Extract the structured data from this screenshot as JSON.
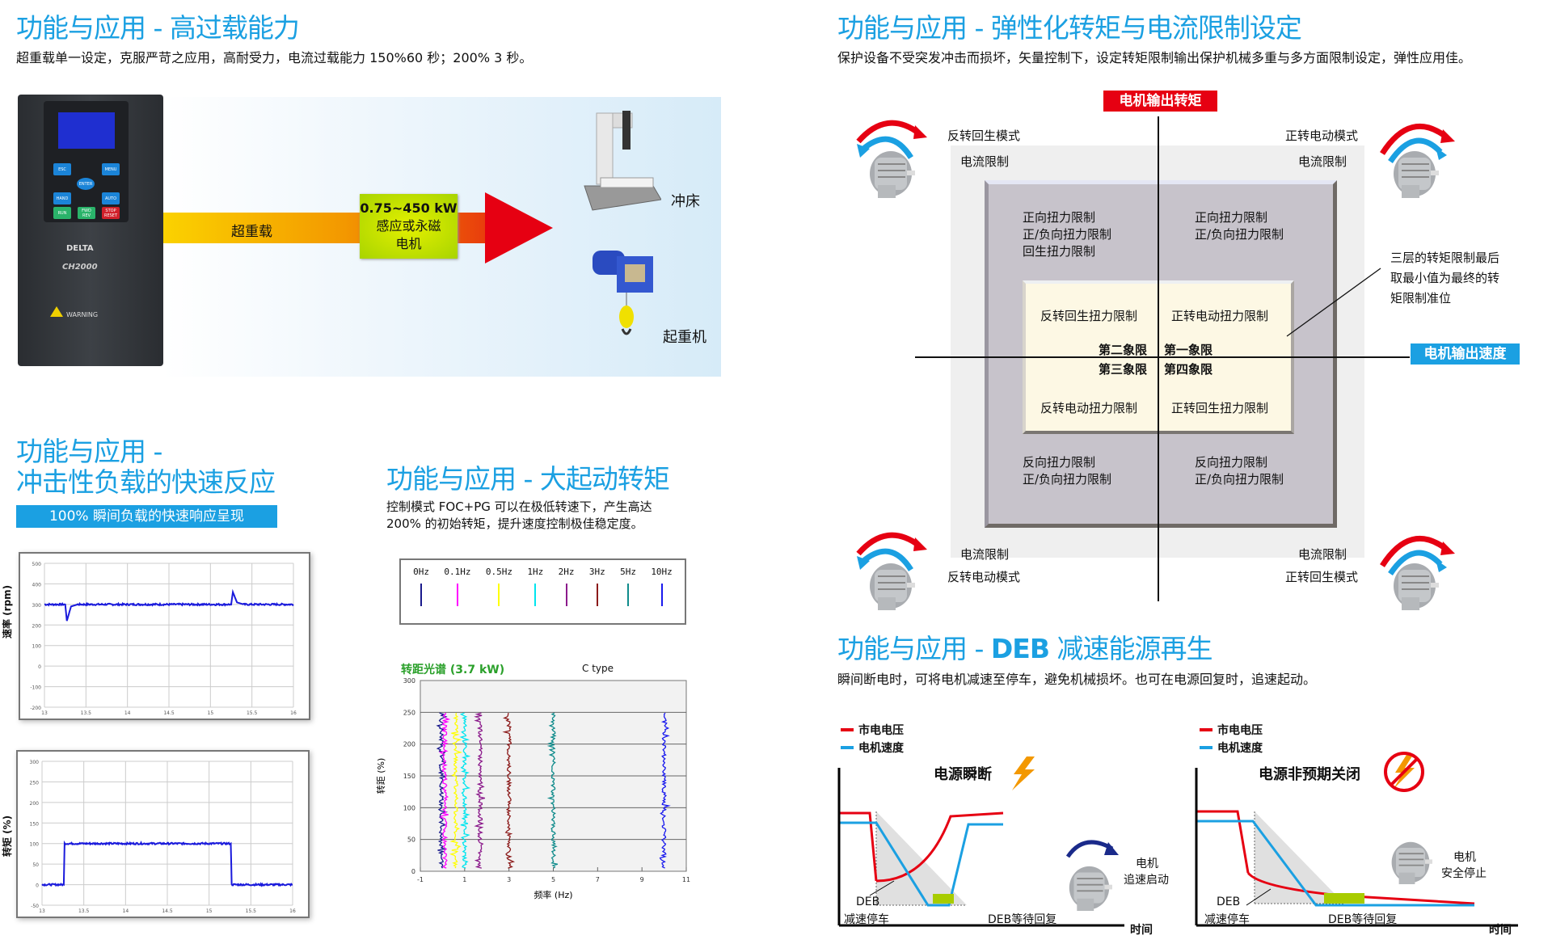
{
  "overload": {
    "title": "功能与应用 - 高过载能力",
    "desc": "超重载单一设定，克服严苛之应用，高耐受力，电流过载能力 150%60 秒；200% 3 秒。",
    "arrow_label": "超重载",
    "motor_box": {
      "line1": "0.75~450 kW",
      "line2": "感应或永磁",
      "line3": "电机"
    },
    "app1": "冲床",
    "app2": "起重机",
    "device": {
      "brand": "DELTA",
      "model": "CH2000",
      "warning": "WARNING",
      "keys": [
        "ESC",
        "MENU",
        "ENTER",
        "HAND",
        "AUTO",
        "RUN",
        "FWD REV",
        "STOP RESET"
      ]
    }
  },
  "impact": {
    "title_line1": "功能与应用 -",
    "title_line2": "冲击性负载的快速反应",
    "banner": "100% 瞬间负载的快速响应呈现",
    "speed_ylabel": "速率 (rpm)",
    "torque_ylabel": "转矩 (%)"
  },
  "startup": {
    "title": "功能与应用 - 大起动转矩",
    "desc_line1": "控制模式 FOC+PG 可以在极低转速下，产生高达",
    "desc_line2": "200% 的初始转矩，提升速度控制极佳稳定度。",
    "legend": [
      {
        "label": "0Hz",
        "color": "#1a1a8c"
      },
      {
        "label": "0.1Hz",
        "color": "#ff00ff"
      },
      {
        "label": "0.5Hz",
        "color": "#ffff00"
      },
      {
        "label": "1Hz",
        "color": "#00e5ee"
      },
      {
        "label": "2Hz",
        "color": "#8b1a8b"
      },
      {
        "label": "3Hz",
        "color": "#8b1a1a"
      },
      {
        "label": "5Hz",
        "color": "#0f8b8b"
      },
      {
        "label": "10Hz",
        "color": "#1a1aee"
      }
    ],
    "spectrum_title": "转距光谱 (3.7 kW)",
    "spectrum_type": "C type"
  },
  "chart_data": [
    {
      "type": "line",
      "title": "",
      "ylabel": "速率 (rpm)",
      "xlabel": "",
      "xlim": [
        13,
        16
      ],
      "ylim": [
        -200,
        500
      ],
      "x_ticks": [
        "13",
        "13.5",
        "14",
        "14.5",
        "15",
        "15.5",
        "16"
      ],
      "y_ticks": [
        "500",
        "400",
        "300",
        "200",
        "100",
        "0",
        "-100",
        "-200"
      ],
      "series": [
        {
          "name": "speed",
          "color": "#1a1adc",
          "points": [
            [
              13,
              300
            ],
            [
              13.25,
              300
            ],
            [
              13.27,
              220
            ],
            [
              13.32,
              290
            ],
            [
              13.4,
              300
            ],
            [
              15.25,
              300
            ],
            [
              15.27,
              360
            ],
            [
              15.32,
              310
            ],
            [
              15.4,
              300
            ],
            [
              16,
              300
            ]
          ]
        }
      ]
    },
    {
      "type": "line",
      "title": "",
      "ylabel": "转矩 (%)",
      "xlabel": "",
      "xlim": [
        13,
        16
      ],
      "ylim": [
        -50,
        300
      ],
      "x_ticks": [
        "13",
        "13.5",
        "14",
        "14.5",
        "15",
        "15.5",
        "16"
      ],
      "y_ticks": [
        "300",
        "250",
        "200",
        "150",
        "100",
        "50",
        "0",
        "-50"
      ],
      "series": [
        {
          "name": "torque",
          "color": "#1a1adc",
          "points": [
            [
              13,
              0
            ],
            [
              13.26,
              0
            ],
            [
              13.27,
              100
            ],
            [
              15.26,
              100
            ],
            [
              15.27,
              0
            ],
            [
              16,
              0
            ]
          ]
        }
      ]
    },
    {
      "type": "scatter",
      "title": "转距光谱 (3.7 kW)",
      "subtitle": "C type",
      "xlabel": "频率 (Hz)",
      "ylabel": "转距 (%)",
      "xlim": [
        -1,
        11
      ],
      "ylim": [
        0,
        300
      ],
      "x_ticks": [
        "-1",
        "1",
        "3",
        "5",
        "7",
        "9",
        "11"
      ],
      "y_ticks": [
        "300",
        "250",
        "200",
        "150",
        "100",
        "50",
        "0"
      ],
      "series": [
        {
          "name": "0Hz",
          "color": "#1a1a8c",
          "x": -0.05,
          "range": [
            5,
            250
          ]
        },
        {
          "name": "0.1Hz",
          "color": "#ff00ff",
          "x": 0.1,
          "range": [
            5,
            250
          ]
        },
        {
          "name": "0.5Hz",
          "color": "#ffff00",
          "x": 0.6,
          "range": [
            5,
            250
          ]
        },
        {
          "name": "1Hz",
          "color": "#00e5ee",
          "x": 1.0,
          "range": [
            5,
            250
          ]
        },
        {
          "name": "2Hz",
          "color": "#8b1a8b",
          "x": 1.7,
          "range": [
            5,
            250
          ]
        },
        {
          "name": "3Hz",
          "color": "#8b1a1a",
          "x": 3.0,
          "range": [
            5,
            250
          ]
        },
        {
          "name": "5Hz",
          "color": "#0f8b8b",
          "x": 5.0,
          "range": [
            5,
            250
          ]
        },
        {
          "name": "10Hz",
          "color": "#1a1aee",
          "x": 10.0,
          "range": [
            5,
            250
          ]
        }
      ]
    }
  ],
  "torque_limit": {
    "title": "功能与应用 - 弹性化转矩与电流限制设定",
    "desc": "保护设备不受突发冲击而损坏，矢量控制下，设定转矩限制输出保护机械多重与多方面限制设定，弹性应用佳。",
    "y_axis": "电机输出转矩",
    "x_axis": "电机输出速度",
    "mode_tl": "反转回生模式",
    "mode_tr": "正转电动模式",
    "mode_bl": "反转电动模式",
    "mode_br": "正转回生模式",
    "current_limit": "电流限制",
    "outer_tl": [
      "正向扭力限制",
      "正/负向扭力限制",
      "回生扭力限制"
    ],
    "outer_tr": [
      "正向扭力限制",
      "正/负向扭力限制"
    ],
    "outer_bl": [
      "反向扭力限制",
      "正/负向扭力限制"
    ],
    "outer_br": [
      "反向扭力限制",
      "正/负向扭力限制"
    ],
    "inner_tl": "反转回生扭力限制",
    "inner_tr": "正转电动扭力限制",
    "inner_bl": "反转电动扭力限制",
    "inner_br": "正转回生扭力限制",
    "q1": "第一象限",
    "q2": "第二象限",
    "q3": "第三象限",
    "q4": "第四象限",
    "note": [
      "三层的转矩限制最后",
      "取最小值为最终的转",
      "矩限制准位"
    ]
  },
  "deb": {
    "title_prefix": "功能与应用 - ",
    "title_bold": "DEB",
    "title_suffix": " 减速能源再生",
    "desc": "瞬间断电时，可将电机减速至停车，避免机械损坏。也可在电源回复时，追速起动。",
    "legend_voltage": "市电电压",
    "legend_speed": "电机速度",
    "colors": {
      "voltage": "#e60012",
      "speed": "#1ba0e2",
      "wait": "#a8cc00"
    },
    "left": {
      "title": "电源瞬断",
      "deb": "DEB",
      "decel": "减速停车",
      "wait": "DEB等待回复",
      "motor_line1": "电机",
      "motor_line2": "追速启动",
      "time": "时间"
    },
    "right": {
      "title": "电源非预期关闭",
      "deb": "DEB",
      "decel": "减速停车",
      "wait": "DEB等待回复",
      "motor_line1": "电机",
      "motor_line2": "安全停止",
      "time": "时间"
    }
  }
}
